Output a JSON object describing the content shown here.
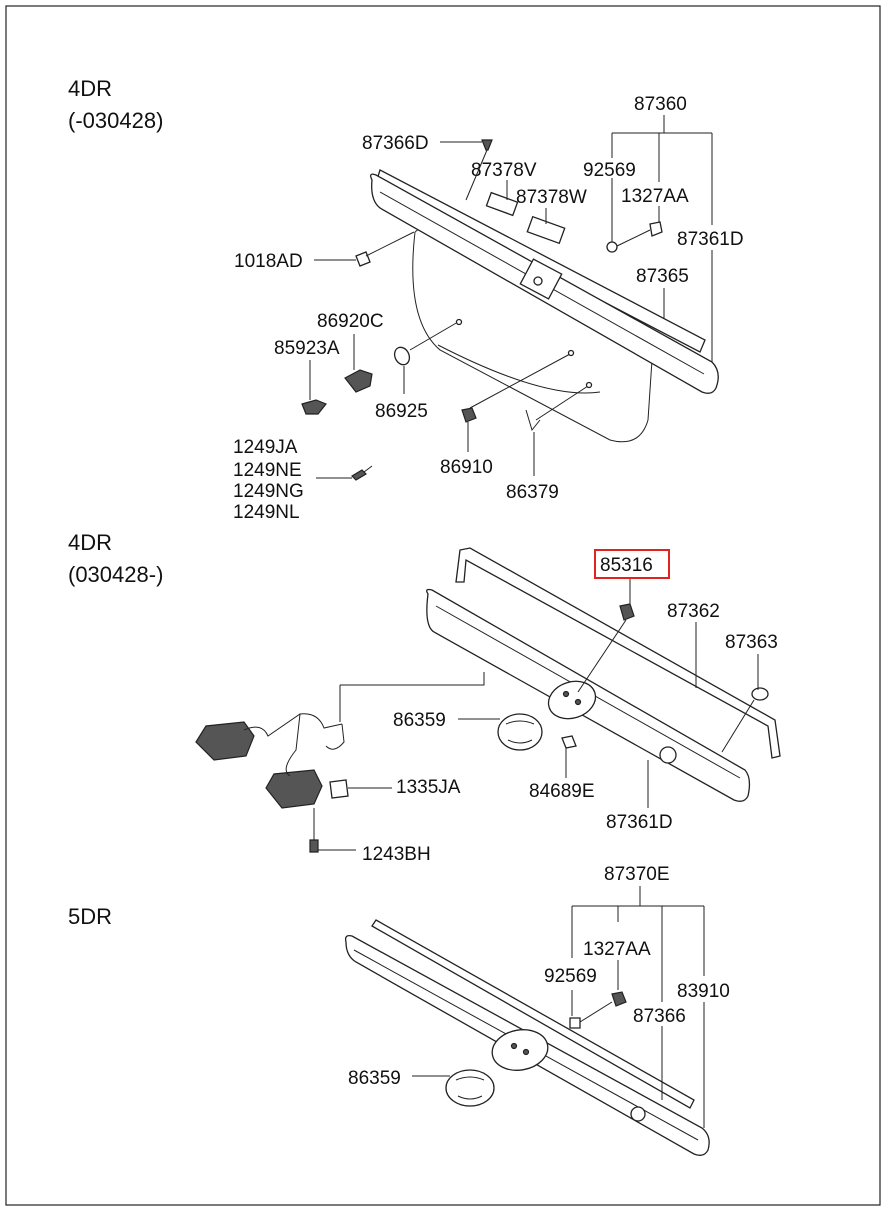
{
  "sections": [
    {
      "title": "4DR",
      "subtitle": "(-030428)"
    },
    {
      "title": "4DR",
      "subtitle": "(030428-)"
    },
    {
      "title": "5DR",
      "subtitle": ""
    }
  ],
  "highlight_color": "#e0231f",
  "labels": {
    "p87360": "87360",
    "p87366D": "87366D",
    "p87378V": "87378V",
    "p92569_a": "92569",
    "p87378W": "87378W",
    "p1327AA_a": "1327AA",
    "p87361D_a": "87361D",
    "p1018AD": "1018AD",
    "p87365": "87365",
    "p86920C": "86920C",
    "p85923A": "85923A",
    "p86925": "86925",
    "p86910": "86910",
    "p86379": "86379",
    "p1249JA": "1249JA",
    "p1249NE": "1249NE",
    "p1249NG": "1249NG",
    "p1249NL": "1249NL",
    "p85316": "85316",
    "p87362": "87362",
    "p87363": "87363",
    "p86359_a": "86359",
    "p1335JA": "1335JA",
    "p84689E": "84689E",
    "p87361D_b": "87361D",
    "p1243BH": "1243BH",
    "p87370E": "87370E",
    "p1327AA_b": "1327AA",
    "p92569_b": "92569",
    "p83910": "83910",
    "p87366": "87366",
    "p86359_b": "86359"
  }
}
